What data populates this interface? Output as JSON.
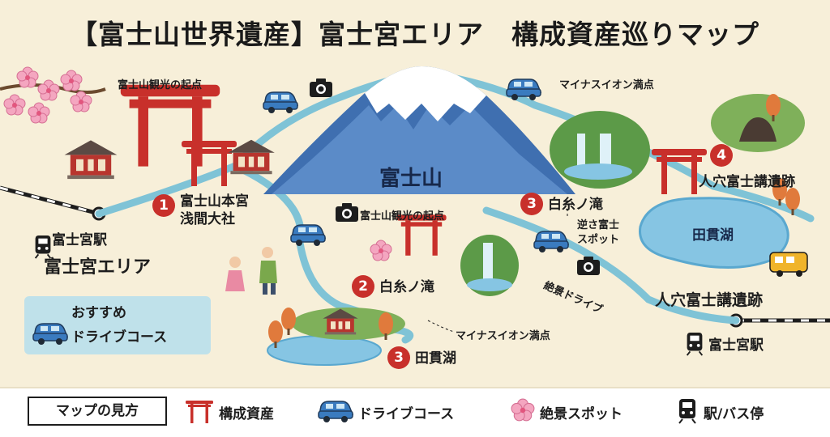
{
  "title": "【富士山世界遺産】富士宮エリア　構成資産巡りマップ",
  "colors": {
    "route": "#7fc3d6",
    "marker": "#c8302b",
    "torii": "#c8302b",
    "mountain": "#3f6fb0",
    "lake": "#86c5e3",
    "car": "#3a7bbf",
    "background": "#f7efd9"
  },
  "map": {
    "mountain_label": "富士山",
    "start_label_top": "富士山観光の起点",
    "start_label_mid": "富士山観光の起点",
    "negative_ion_top": "マイナスイオン満点",
    "negative_ion_bottom": "マイナスイオン満点",
    "reverse_fuji": "逆さ富士\nスポット",
    "drive_label": "絶景ドライブ",
    "area_label": "富士宮エリア",
    "station_left": "富士宮駅",
    "station_right": "富士宮駅",
    "spots": [
      {
        "number": "1",
        "name": "富士山本宮\n浅間大社"
      },
      {
        "number": "2",
        "name": "白糸ノ滝"
      },
      {
        "number": "3",
        "name": "白糸ノ滝"
      },
      {
        "number": "3",
        "name": "田貫湖"
      },
      {
        "number": "4",
        "name": "人穴富士講遺跡"
      }
    ],
    "lake_label": "田貫湖",
    "hitoana_big": "人穴富士講遺跡"
  },
  "route_legend": {
    "line_label": "おすすめ",
    "car_label": "ドライブコース"
  },
  "legend": {
    "title": "マップの見方",
    "items": [
      {
        "icon": "torii-icon",
        "label": "構成資産"
      },
      {
        "icon": "car-icon",
        "label": "ドライブコース"
      },
      {
        "icon": "sakura-icon",
        "label": "絶景スポット"
      },
      {
        "icon": "train-icon",
        "label": "駅/バス停"
      }
    ]
  }
}
